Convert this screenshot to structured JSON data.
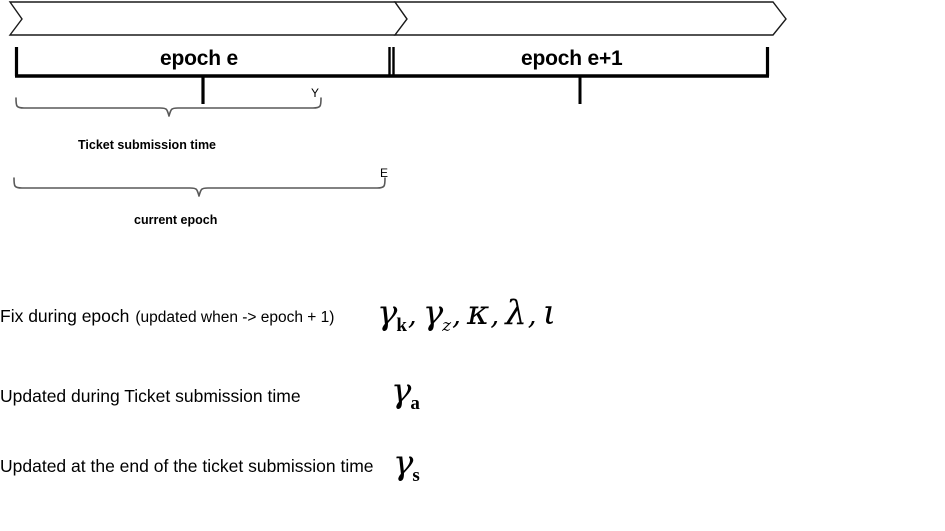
{
  "diagram": {
    "title": "Epoch and ticket submission timeline",
    "banner": {
      "name": "timeline-ribbon",
      "segments": [
        "epoch e segment",
        "epoch e+1 segment"
      ]
    },
    "axis": {
      "epoch_labels": [
        {
          "text": "epoch e"
        },
        {
          "text": "epoch e+1"
        }
      ],
      "ticks": [
        {
          "name": "epoch-start-tick"
        },
        {
          "name": "ticket-deadline-tick"
        },
        {
          "name": "epoch-boundary-tick"
        },
        {
          "name": "next-epoch-deadline-tick"
        },
        {
          "name": "epoch-end-tick"
        }
      ]
    },
    "braces": [
      {
        "caption": "Ticket submission time",
        "end_label": "Y"
      },
      {
        "caption": "current epoch",
        "end_label": "E"
      }
    ],
    "legend": [
      {
        "text_main": "Fix during epoch",
        "text_note": "(updated when -> epoch + 1)",
        "symbols": "γk, γz, κ, λ, ι",
        "symbol_parts": [
          {
            "base": "γ",
            "sub": "k",
            "sub_style": "upright"
          },
          {
            "base": "γ",
            "sub": "z",
            "sub_style": "italic"
          },
          {
            "base": "κ",
            "sub": "",
            "sub_style": "none"
          },
          {
            "base": "λ",
            "sub": "",
            "sub_style": "none"
          },
          {
            "base": "ι",
            "sub": "",
            "sub_style": "none"
          }
        ],
        "separator": ","
      },
      {
        "text_main": "Updated during Ticket submission time",
        "text_note": "",
        "symbols": "γa",
        "symbol_parts": [
          {
            "base": "γ",
            "sub": "a",
            "sub_style": "upright"
          }
        ],
        "separator": ","
      },
      {
        "text_main": "Updated at the end of the ticket submission time",
        "text_note": "",
        "symbols": "γs",
        "symbol_parts": [
          {
            "base": "γ",
            "sub": "s",
            "sub_style": "upright"
          }
        ],
        "separator": ","
      }
    ],
    "colors": {
      "stroke": "#000000",
      "brace": "#595959",
      "background": "#ffffff"
    }
  }
}
